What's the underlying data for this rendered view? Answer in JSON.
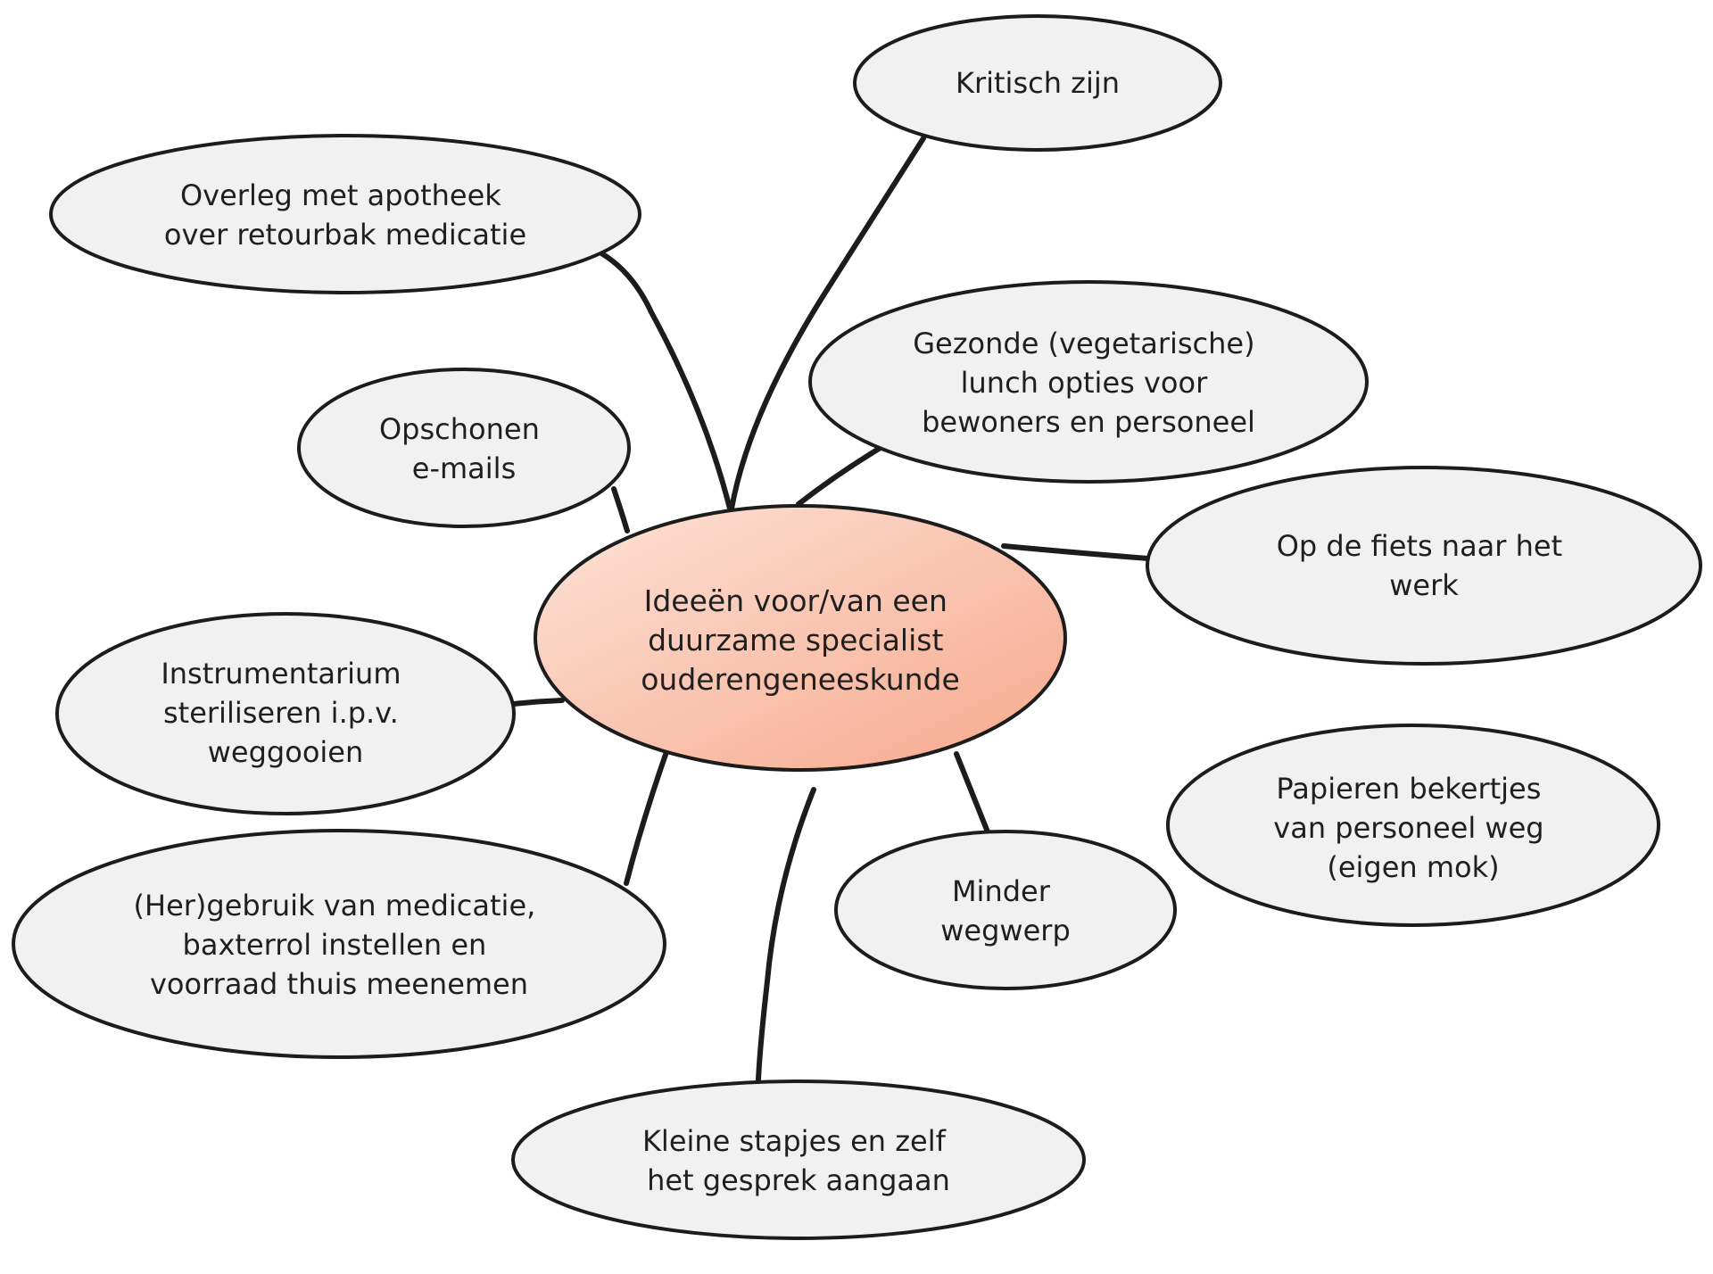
{
  "diagram": {
    "center": {
      "lines": [
        "Ideeën voor/van een",
        "duurzame specialist",
        "ouderengeneeskunde"
      ],
      "fill_light": "#fde3d8",
      "fill_dark": "#f6a88c"
    },
    "node_fill": "#f1f1f1",
    "stroke_color": "#1c1c1c",
    "nodes": [
      {
        "id": "kritisch",
        "lines": [
          "Kritisch zijn"
        ]
      },
      {
        "id": "apotheek",
        "lines": [
          "Overleg met apotheek",
          "over retourbak medicatie"
        ]
      },
      {
        "id": "lunch",
        "lines": [
          "Gezonde (vegetarische)",
          "lunch opties voor",
          "bewoners en personeel"
        ]
      },
      {
        "id": "emails",
        "lines": [
          "Opschonen",
          "e-mails"
        ]
      },
      {
        "id": "fiets",
        "lines": [
          "Op de fiets naar het",
          "werk"
        ]
      },
      {
        "id": "instrumentarium",
        "lines": [
          "Instrumentarium",
          "steriliseren i.p.v.",
          "weggooien"
        ]
      },
      {
        "id": "bekertjes",
        "lines": [
          "Papieren bekertjes",
          "van personeel weg",
          "(eigen mok)"
        ]
      },
      {
        "id": "minder",
        "lines": [
          "Minder",
          "wegwerp"
        ]
      },
      {
        "id": "hergebruik",
        "lines": [
          "(Her)gebruik van medicatie,",
          "baxterrol instellen en",
          "voorraad thuis meenemen"
        ]
      },
      {
        "id": "stapjes",
        "lines": [
          "Kleine stapjes en zelf",
          "het gesprek aangaan"
        ]
      }
    ]
  }
}
